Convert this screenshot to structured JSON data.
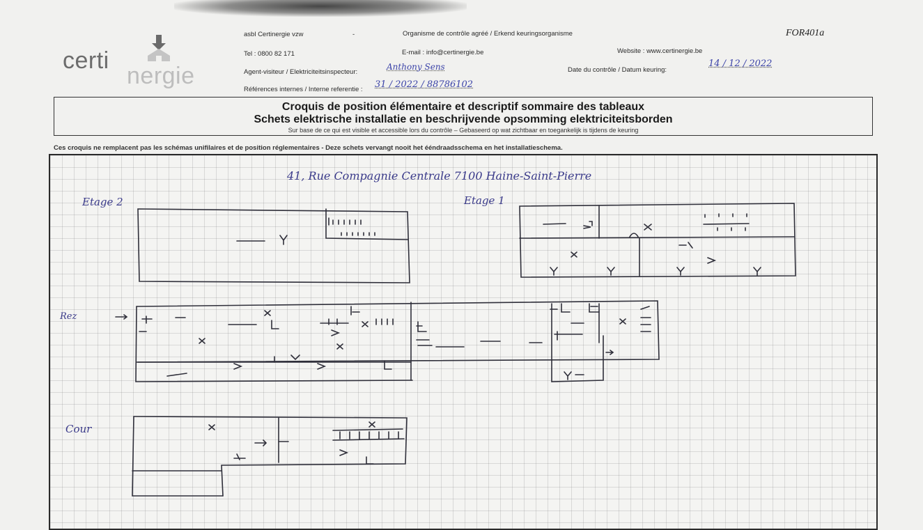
{
  "header": {
    "org_name": "asbl Certinergie vzw",
    "org_dash": "-",
    "org_type": "Organisme de contrôle agréé / Erkend keuringsorganisme",
    "form_code": "FOR401a",
    "tel": "Tel : 0800 82 171",
    "email": "E-mail : info@certinergie.be",
    "website": "Website : www.certinergie.be",
    "agent_label": "Agent-visiteur / Elektriciteitsinspecteur:",
    "agent_value": "Anthony Sens",
    "date_label": "Date du contrôle / Datum keuring:",
    "date_value": "14 / 12 / 2022",
    "ref_label": "Références internes / Interne referentie :",
    "ref_value": "31 / 2022 / 88786102"
  },
  "logo": {
    "word1": "certi",
    "word2": "nergie"
  },
  "title": {
    "line1": "Croquis de position élémentaire et descriptif sommaire des tableaux",
    "line2": "Schets elektrische installatie en beschrijvende opsomming elektriciteitsborden",
    "line3": "Sur base de ce qui est visible et accessible lors du contrôle – Gebaseerd op wat zichtbaar en toegankelijk is tijdens de keuring"
  },
  "disclaimer": "Ces croquis ne remplacent pas les schémas unifilaires et de position réglementaires - Deze schets vervangt nooit het ééndraadsschema en het installatieschema.",
  "sketch": {
    "address": "41, Rue Compagnie Centrale 7100 Haine-Saint-Pierre",
    "floor2_label": "Etage 2",
    "floor1_label": "Etage 1",
    "ground_label": "Rez",
    "yard_label": "Cour"
  },
  "colors": {
    "ink": "#3a3a8a",
    "pencil": "#2a2a2a",
    "paper": "#f1f1ef"
  }
}
